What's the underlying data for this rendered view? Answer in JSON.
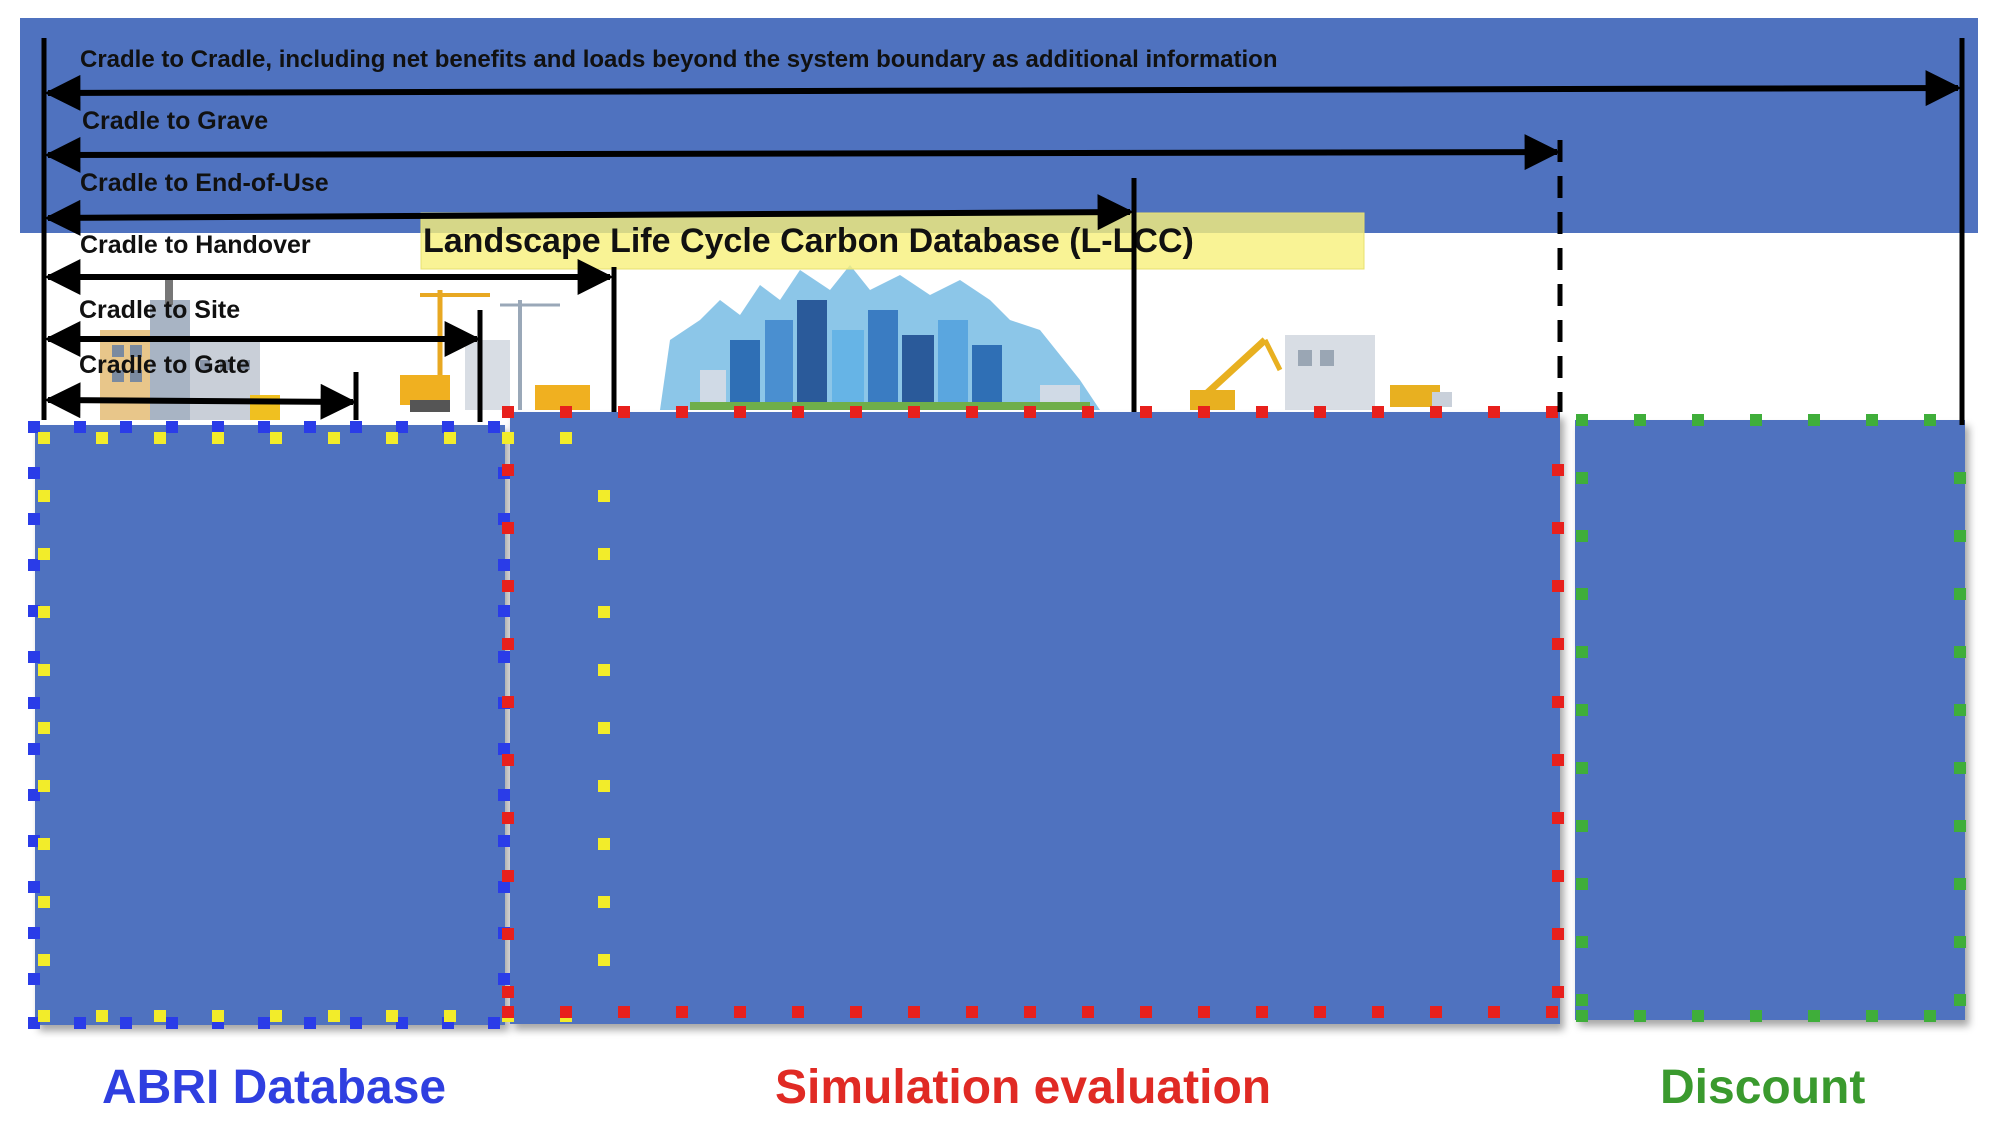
{
  "title": "Landscape Life Cycle Carbon Database (L-LCC)",
  "scopes": [
    {
      "id": "cradle-to-cradle",
      "label": "Cradle to Cradle, including net benefits and loads beyond the system boundary as additional information"
    },
    {
      "id": "cradle-to-grave",
      "label": "Cradle to Grave"
    },
    {
      "id": "cradle-to-end-of-use",
      "label": "Cradle to End-of-Use"
    },
    {
      "id": "cradle-to-handover",
      "label": "Cradle to Handover"
    },
    {
      "id": "cradle-to-site",
      "label": "Cradle to Site"
    },
    {
      "id": "cradle-to-gate",
      "label": "Cradle to Gate"
    }
  ],
  "sections": [
    {
      "id": "abri-database",
      "label": "ABRI Database",
      "color": "#2f3fe0"
    },
    {
      "id": "simulation-evaluation",
      "label": "Simulation evaluation",
      "color": "#e02a24"
    },
    {
      "id": "discount",
      "label": "Discount",
      "color": "#3a9a2e"
    }
  ],
  "colors": {
    "panel_fill": "#4f72bf",
    "band_fill": "#4f72bf",
    "title_highlight": "#f7f07a",
    "blue_dots": "#2a3ce8",
    "yellow_dots": "#f2ec2a",
    "red_dots": "#e8201c",
    "green_dots": "#3fae3a",
    "arrow": "#000000"
  },
  "icons": [
    "factory-illustration",
    "construction-crane-illustration",
    "city-skyline-illustration",
    "demolition-illustration"
  ]
}
